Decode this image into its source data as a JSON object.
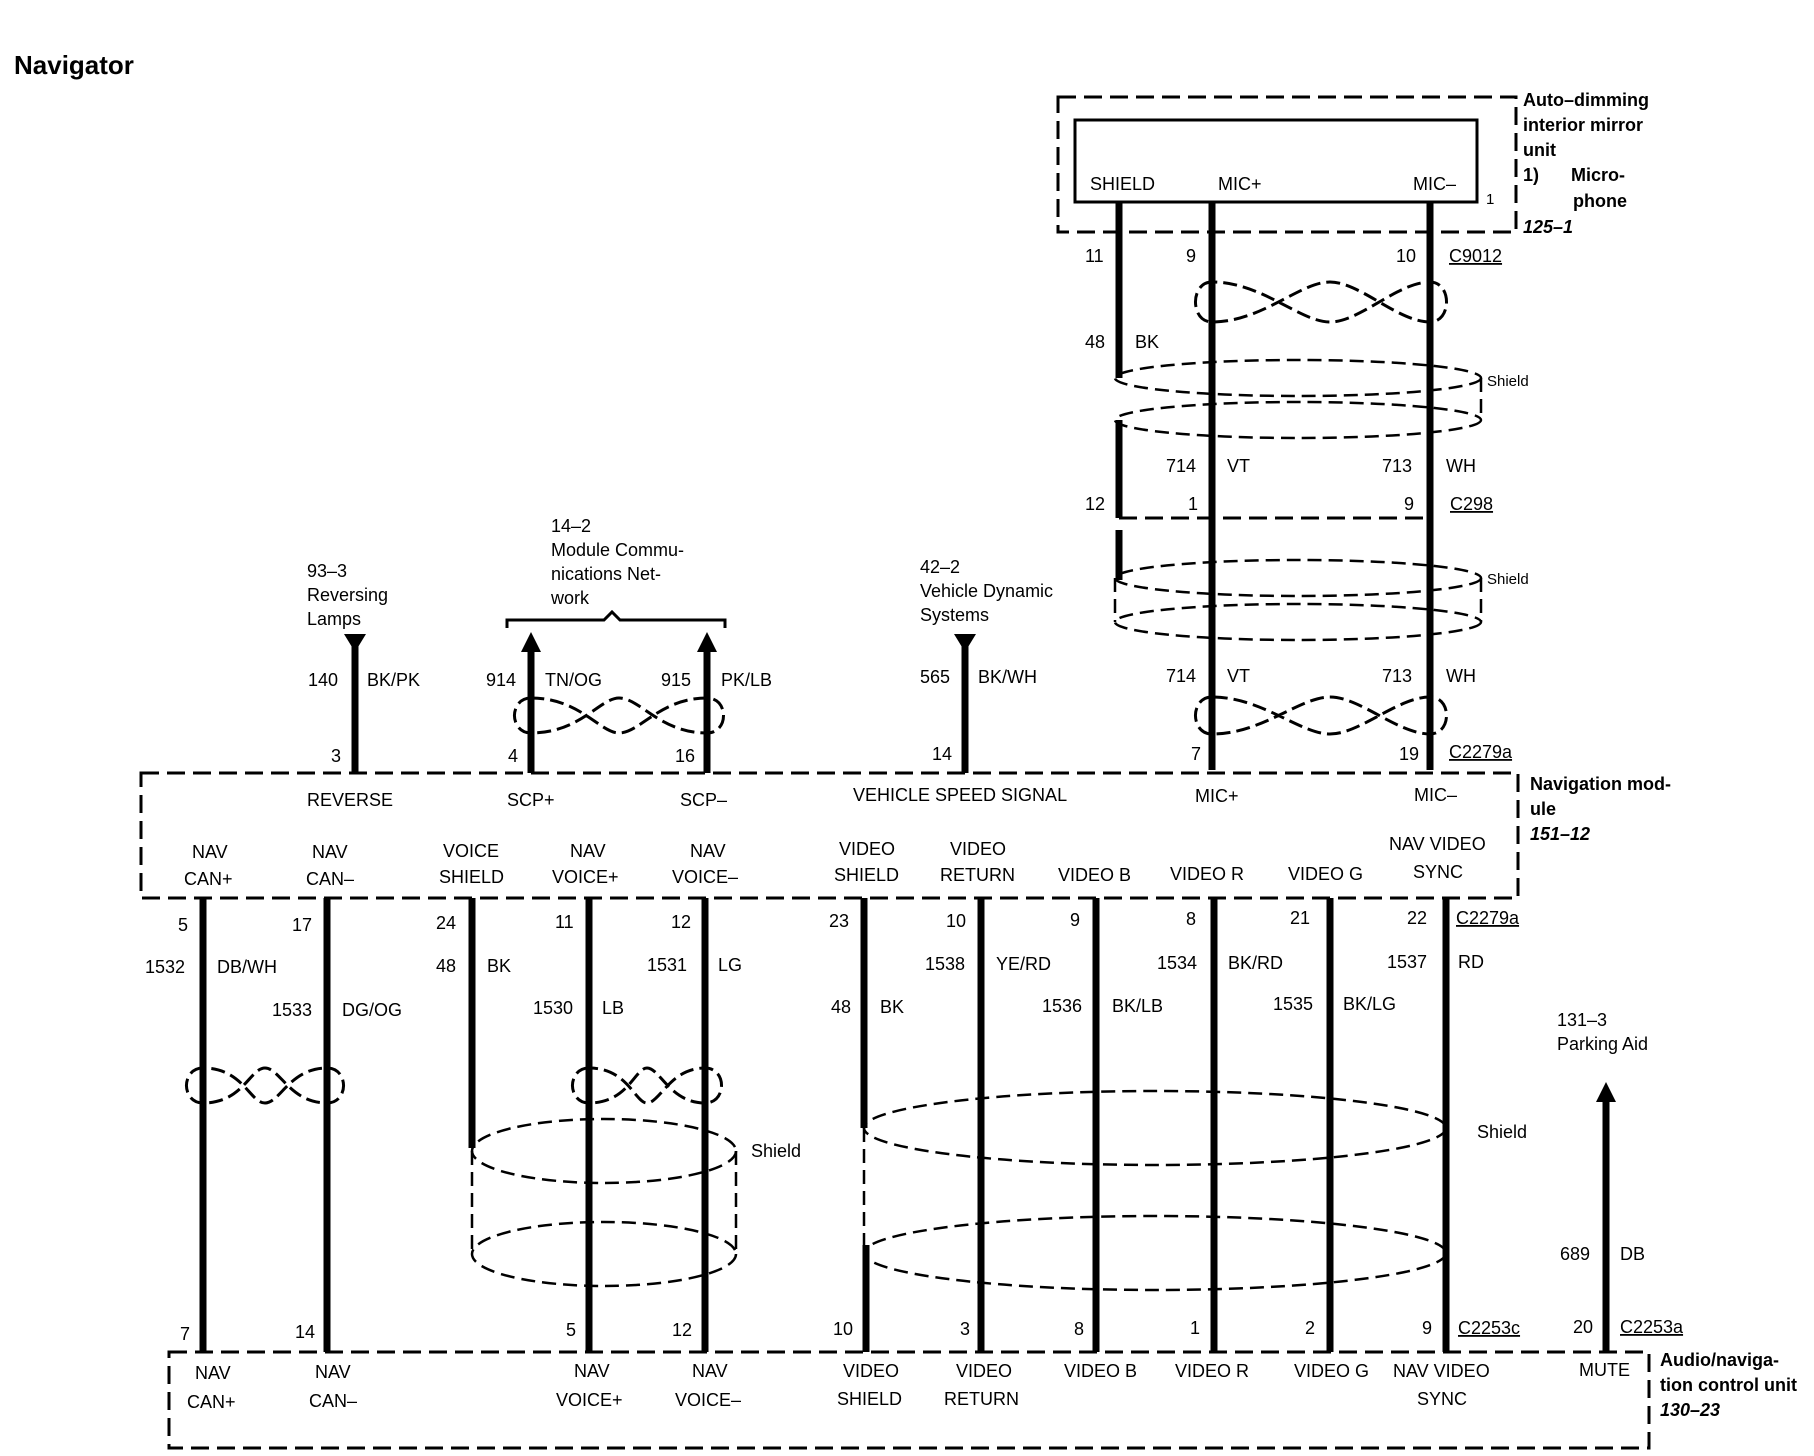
{
  "title": "Navigator",
  "mirror": {
    "label": [
      "Auto–dimming",
      "interior mirror",
      "unit"
    ],
    "num": "1)",
    "micro": [
      "Micro-",
      "phone"
    ],
    "ref": "125–1",
    "pins": [
      "SHIELD",
      "MIC+",
      "MIC–"
    ],
    "pin_num": "1"
  },
  "connectors": {
    "c9012": "C9012",
    "c298": "C298",
    "c2279a_top": "C2279a",
    "c2279a_bot": "C2279a",
    "c2253c": "C2253c",
    "c2253a": "C2253a"
  },
  "shield": "Shield",
  "mirror_wires": [
    {
      "pin_top": "11",
      "circuit": "48",
      "color": "BK",
      "pin_mid": "12"
    },
    {
      "pin_top": "9",
      "circuit": "714",
      "color": "VT",
      "pin_mid": "1",
      "circuit2": "714",
      "color2": "VT",
      "pin_bot": "7"
    },
    {
      "pin_top": "10",
      "circuit": "713",
      "color": "WH",
      "pin_mid": "9",
      "circuit2": "713",
      "color2": "WH",
      "pin_bot": "19"
    }
  ],
  "refs": {
    "reversing": [
      "93–3",
      "Reversing",
      "Lamps"
    ],
    "network": [
      "14–2",
      "Module Commu-",
      "nications Net-",
      "work"
    ],
    "dynamic": [
      "42–2",
      "Vehicle Dynamic",
      "Systems"
    ],
    "parking": [
      "131–3",
      "Parking Aid"
    ]
  },
  "top_wires": [
    {
      "circuit": "140",
      "color": "BK/PK",
      "pin": "3",
      "name": "REVERSE"
    },
    {
      "circuit": "914",
      "color": "TN/OG",
      "pin": "4",
      "name": "SCP+"
    },
    {
      "circuit": "915",
      "color": "PK/LB",
      "pin": "16",
      "name": "SCP–"
    },
    {
      "circuit": "565",
      "color": "BK/WH",
      "pin": "14",
      "name": "VEHICLE SPEED SIGNAL"
    },
    {
      "name": "MIC+"
    },
    {
      "name": "MIC–"
    }
  ],
  "nav_module": {
    "label": [
      "Navigation mod-",
      "ule"
    ],
    "ref": "151–12"
  },
  "bottom_wires": [
    {
      "name": [
        "NAV",
        "CAN+"
      ],
      "pin_top": "5",
      "circuit": "1532",
      "color": "DB/WH",
      "pin_bot": "7",
      "bot_name": [
        "NAV",
        "CAN+"
      ]
    },
    {
      "name": [
        "NAV",
        "CAN–"
      ],
      "pin_top": "17",
      "circuit": "1533",
      "color": "DG/OG",
      "pin_bot": "14",
      "bot_name": [
        "NAV",
        "CAN–"
      ]
    },
    {
      "name": [
        "VOICE",
        "SHIELD"
      ],
      "pin_top": "24",
      "circuit": "48",
      "color": "BK"
    },
    {
      "name": [
        "NAV",
        "VOICE+"
      ],
      "pin_top": "11",
      "circuit": "1530",
      "color": "LB",
      "pin_bot": "5",
      "bot_name": [
        "NAV",
        "VOICE+"
      ]
    },
    {
      "name": [
        "NAV",
        "VOICE–"
      ],
      "pin_top": "12",
      "circuit": "1531",
      "color": "LG",
      "pin_bot": "12",
      "bot_name": [
        "NAV",
        "VOICE–"
      ]
    },
    {
      "name": [
        "VIDEO",
        "SHIELD"
      ],
      "pin_top": "23",
      "circuit": "48",
      "color": "BK",
      "pin_bot": "10",
      "bot_name": [
        "VIDEO",
        "SHIELD"
      ]
    },
    {
      "name": [
        "VIDEO",
        "RETURN"
      ],
      "pin_top": "10",
      "circuit": "1538",
      "color": "YE/RD",
      "pin_bot": "3",
      "bot_name": [
        "VIDEO",
        "RETURN"
      ]
    },
    {
      "name": [
        "VIDEO B"
      ],
      "pin_top": "9",
      "circuit": "1536",
      "color": "BK/LB",
      "pin_bot": "8",
      "bot_name": [
        "VIDEO B"
      ]
    },
    {
      "name": [
        "VIDEO R"
      ],
      "pin_top": "8",
      "circuit": "1534",
      "color": "BK/RD",
      "pin_bot": "1",
      "bot_name": [
        "VIDEO R"
      ]
    },
    {
      "name": [
        "VIDEO G"
      ],
      "pin_top": "21",
      "circuit": "1535",
      "color": "BK/LG",
      "pin_bot": "2",
      "bot_name": [
        "VIDEO G"
      ]
    },
    {
      "name": [
        "NAV VIDEO",
        "SYNC"
      ],
      "pin_top": "22",
      "circuit": "1537",
      "color": "RD",
      "pin_bot": "9",
      "bot_name": [
        "NAV VIDEO",
        "SYNC"
      ]
    }
  ],
  "parking_wire": {
    "circuit": "689",
    "color": "DB",
    "pin": "20",
    "name": "MUTE"
  },
  "audio_unit": {
    "label": [
      "Audio/naviga-",
      "tion control unit"
    ],
    "ref": "130–23"
  }
}
